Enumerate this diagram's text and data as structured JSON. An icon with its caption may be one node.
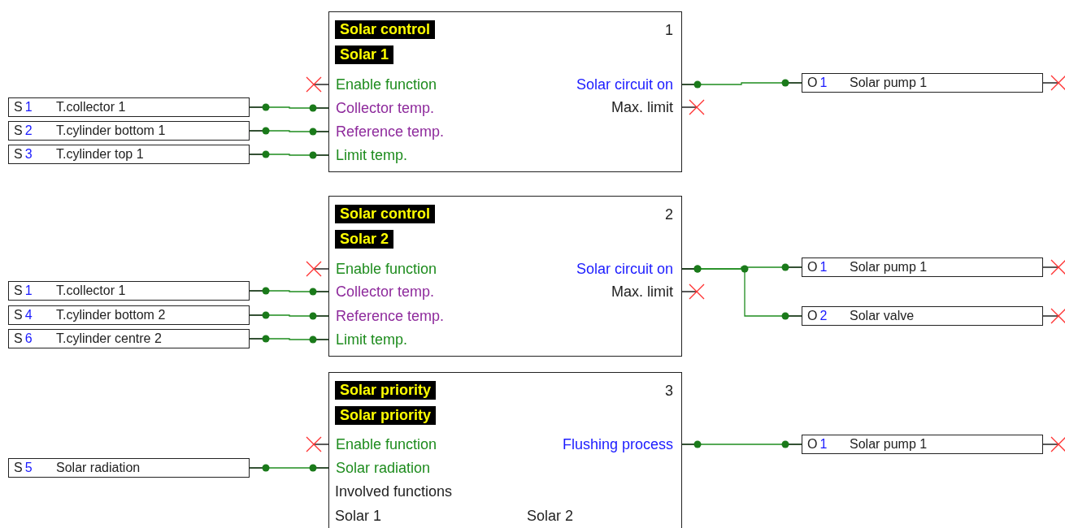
{
  "diagram": {
    "nodes": [
      {
        "text": [
          "Solar control",
          "Solar 1",
          "1"
        ]
      },
      {
        "text": [
          "Enable function"
        ],
        "in": 0
      },
      {
        "text": [
          "Collector temp."
        ],
        "in": 0
      },
      {
        "text": [
          "Reference temp."
        ],
        "in": 0
      },
      {
        "text": [
          "Limit temp."
        ],
        "in": 0
      },
      {
        "text": [
          "Solar circuit on"
        ],
        "in": 0
      },
      {
        "text": [
          "Max. limit"
        ],
        "in": 0
      },
      {
        "text": [
          "S1",
          "T.collector 1"
        ]
      },
      {
        "text": [
          "S2",
          "T.cylinder bottom 1"
        ]
      },
      {
        "text": [
          "S3",
          "T.cylinder top 1"
        ]
      },
      {
        "text": [
          "O1",
          "Solar pump 1"
        ]
      },
      {
        "text": [
          "Solar control",
          "Solar 2",
          "2"
        ]
      },
      {
        "text": [
          "Enable function"
        ],
        "in": 11
      },
      {
        "text": [
          "Collector temp."
        ],
        "in": 11
      },
      {
        "text": [
          "Reference temp."
        ],
        "in": 11
      },
      {
        "text": [
          "Limit temp."
        ],
        "in": 11
      },
      {
        "text": [
          "Solar circuit on"
        ],
        "in": 11
      },
      {
        "text": [
          "Max. limit"
        ],
        "in": 11
      },
      {
        "text": [
          "S1",
          "T.collector 1"
        ]
      },
      {
        "text": [
          "S4",
          "T.cylinder bottom 2"
        ]
      },
      {
        "text": [
          "S6",
          "T.cylinder centre 2"
        ]
      },
      {
        "text": [
          "O1",
          "Solar pump 1"
        ]
      },
      {
        "text": [
          "O2",
          "Solar valve"
        ]
      },
      {
        "text": [
          "Solar priority",
          "Solar priority",
          "3",
          "Involved functions",
          "Solar 1",
          "Solar 2"
        ]
      },
      {
        "text": [
          "Enable function"
        ],
        "in": 23
      },
      {
        "text": [
          "Solar radiation"
        ],
        "in": 23
      },
      {
        "text": [
          "Flushing process"
        ],
        "in": 23
      },
      {
        "text": [
          "S5",
          "Solar radiation"
        ]
      },
      {
        "text": [
          "O1",
          "Solar pump 1"
        ]
      }
    ],
    "edges": [
      {
        "from": 1,
        "to": null,
        "arrow": "other",
        "color": "#000000"
      },
      {
        "from": 7,
        "to": 2,
        "arrow": "other"
      },
      {
        "from": 8,
        "to": 3,
        "arrow": "other"
      },
      {
        "from": 9,
        "to": 4,
        "arrow": "other"
      },
      {
        "from": 5,
        "to": 10,
        "arrow": "other"
      },
      {
        "from": 6,
        "to": null,
        "arrow": "other",
        "color": "#000000"
      },
      {
        "from": 10,
        "to": null,
        "arrow": "other",
        "color": "#000000"
      },
      {
        "from": 12,
        "to": null,
        "arrow": "other",
        "color": "#000000"
      },
      {
        "from": 18,
        "to": 13,
        "arrow": "other"
      },
      {
        "from": 19,
        "to": 14,
        "arrow": "other"
      },
      {
        "from": 20,
        "to": 15,
        "arrow": "other"
      },
      {
        "from": 16,
        "to": 21,
        "arrow": "other"
      },
      {
        "from": 16,
        "to": 22,
        "arrow": "other"
      },
      {
        "from": 17,
        "to": null,
        "arrow": "other",
        "color": "#000000"
      },
      {
        "from": 21,
        "to": null,
        "arrow": "other",
        "color": "#000000"
      },
      {
        "from": 22,
        "to": null,
        "arrow": "other",
        "color": "#000000"
      },
      {
        "from": 24,
        "to": null,
        "arrow": "other",
        "color": "#000000"
      },
      {
        "from": 27,
        "to": 25,
        "arrow": "other"
      },
      {
        "from": 26,
        "to": 28,
        "arrow": "other"
      },
      {
        "from": 28,
        "to": null,
        "arrow": "other",
        "color": "#000000"
      }
    ]
  }
}
